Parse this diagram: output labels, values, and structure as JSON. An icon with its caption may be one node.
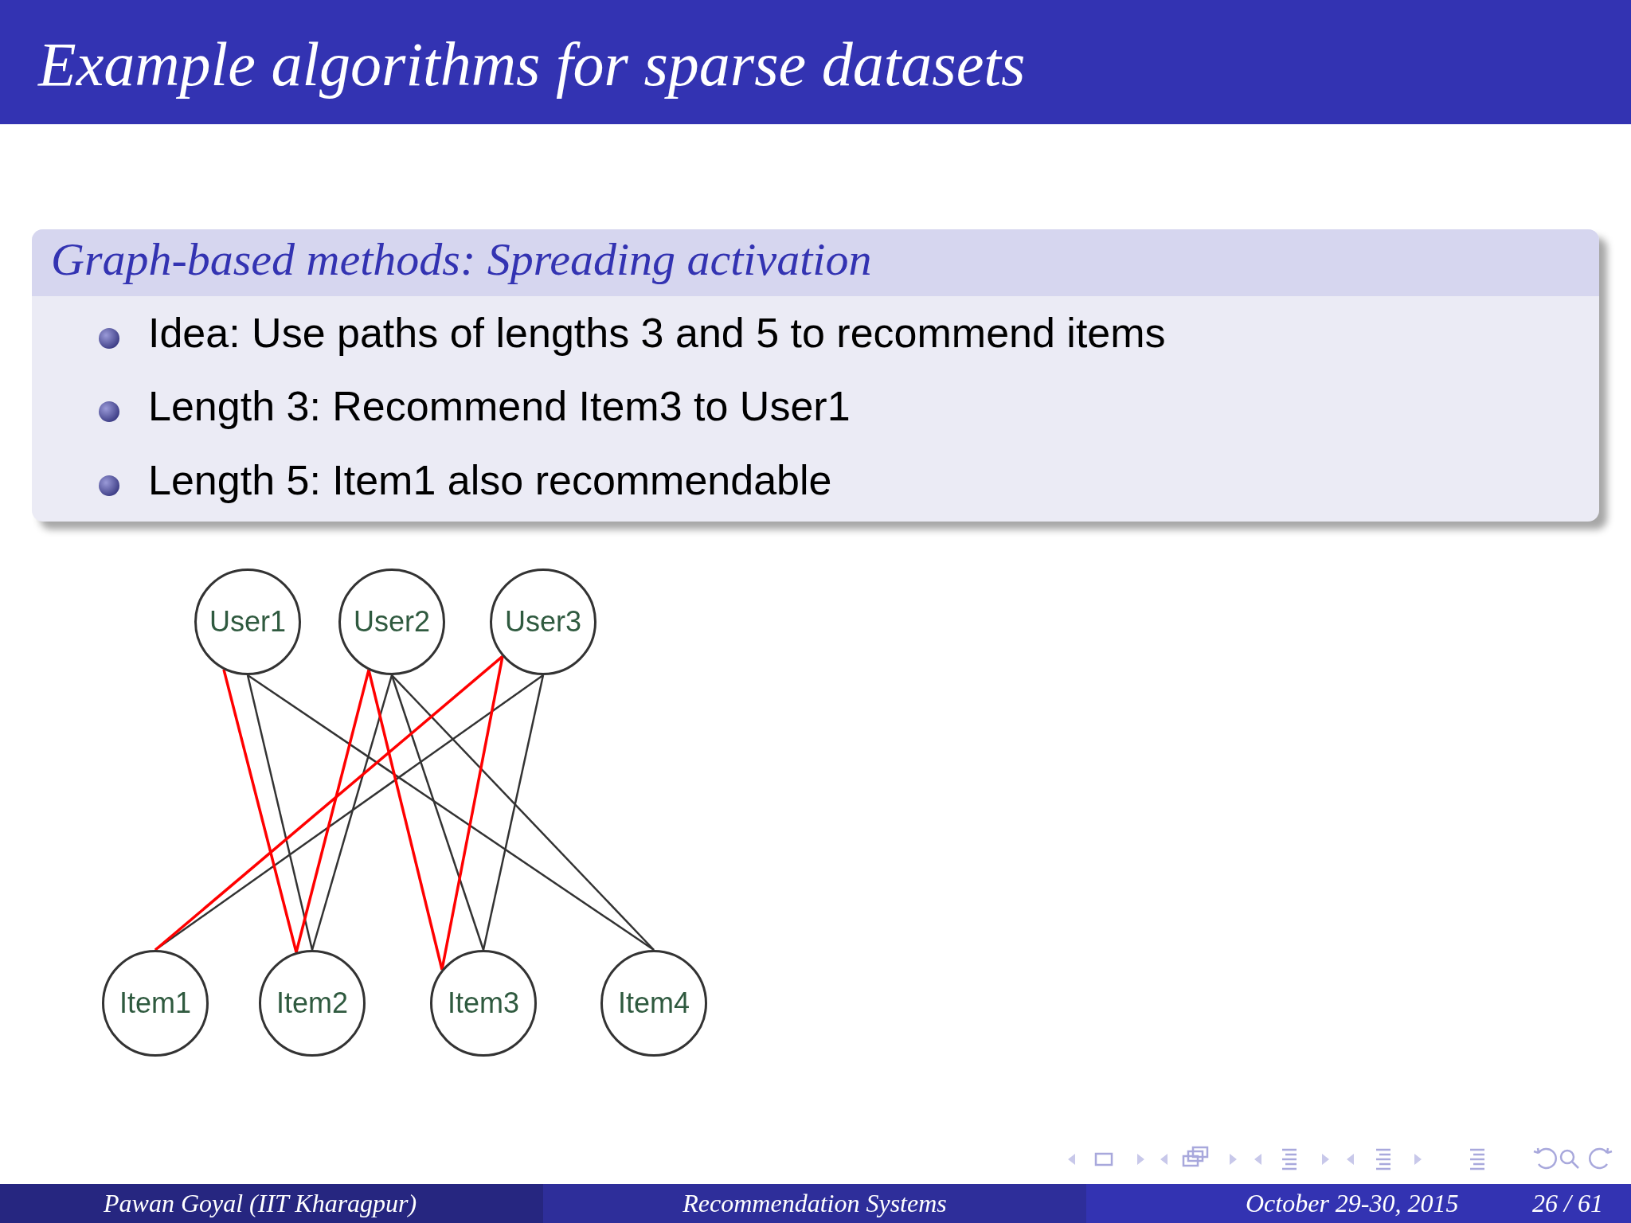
{
  "diagram": {
    "title": "Example algorithms for sparse datasets",
    "nodes": [
      {
        "text": [
          "User1"
        ]
      },
      {
        "text": [
          "User2"
        ]
      },
      {
        "text": [
          "User3"
        ]
      },
      {
        "text": [
          "Item1"
        ]
      },
      {
        "text": [
          "Item2"
        ]
      },
      {
        "text": [
          "Item3"
        ]
      },
      {
        "text": [
          "Item4"
        ]
      },
      {
        "text": [
          "Graph-based methods: Spreading activation",
          "Idea: Use paths of lengths 3 and 5 to recommend items",
          "Length 3: Recommend Item3 to User1",
          "Length 5: Item1 also recommendable"
        ]
      }
    ],
    "edges": [
      {
        "from": 0,
        "to": 4,
        "arrow": "none"
      },
      {
        "from": 0,
        "to": 6,
        "arrow": "none"
      },
      {
        "from": 1,
        "to": 4,
        "arrow": "none"
      },
      {
        "from": 1,
        "to": 5,
        "arrow": "none"
      },
      {
        "from": 1,
        "to": 6,
        "arrow": "none"
      },
      {
        "from": 2,
        "to": 3,
        "arrow": "none"
      },
      {
        "from": 2,
        "to": 5,
        "arrow": "none"
      },
      {
        "from": 0,
        "to": 4,
        "arrow": "none",
        "color": "#ff0000"
      },
      {
        "from": 4,
        "to": 1,
        "arrow": "none",
        "color": "#ff0000"
      },
      {
        "from": 1,
        "to": 5,
        "arrow": "none",
        "color": "#ff0000"
      },
      {
        "from": 5,
        "to": 2,
        "arrow": "none",
        "color": "#ff0000"
      },
      {
        "from": 2,
        "to": 3,
        "arrow": "none",
        "color": "#ff0000"
      }
    ],
    "labels": [
      "Pawan Goyal  (IIT Kharagpur)",
      "Recommendation Systems",
      "October 29-30, 2015",
      "26 / 61"
    ]
  }
}
